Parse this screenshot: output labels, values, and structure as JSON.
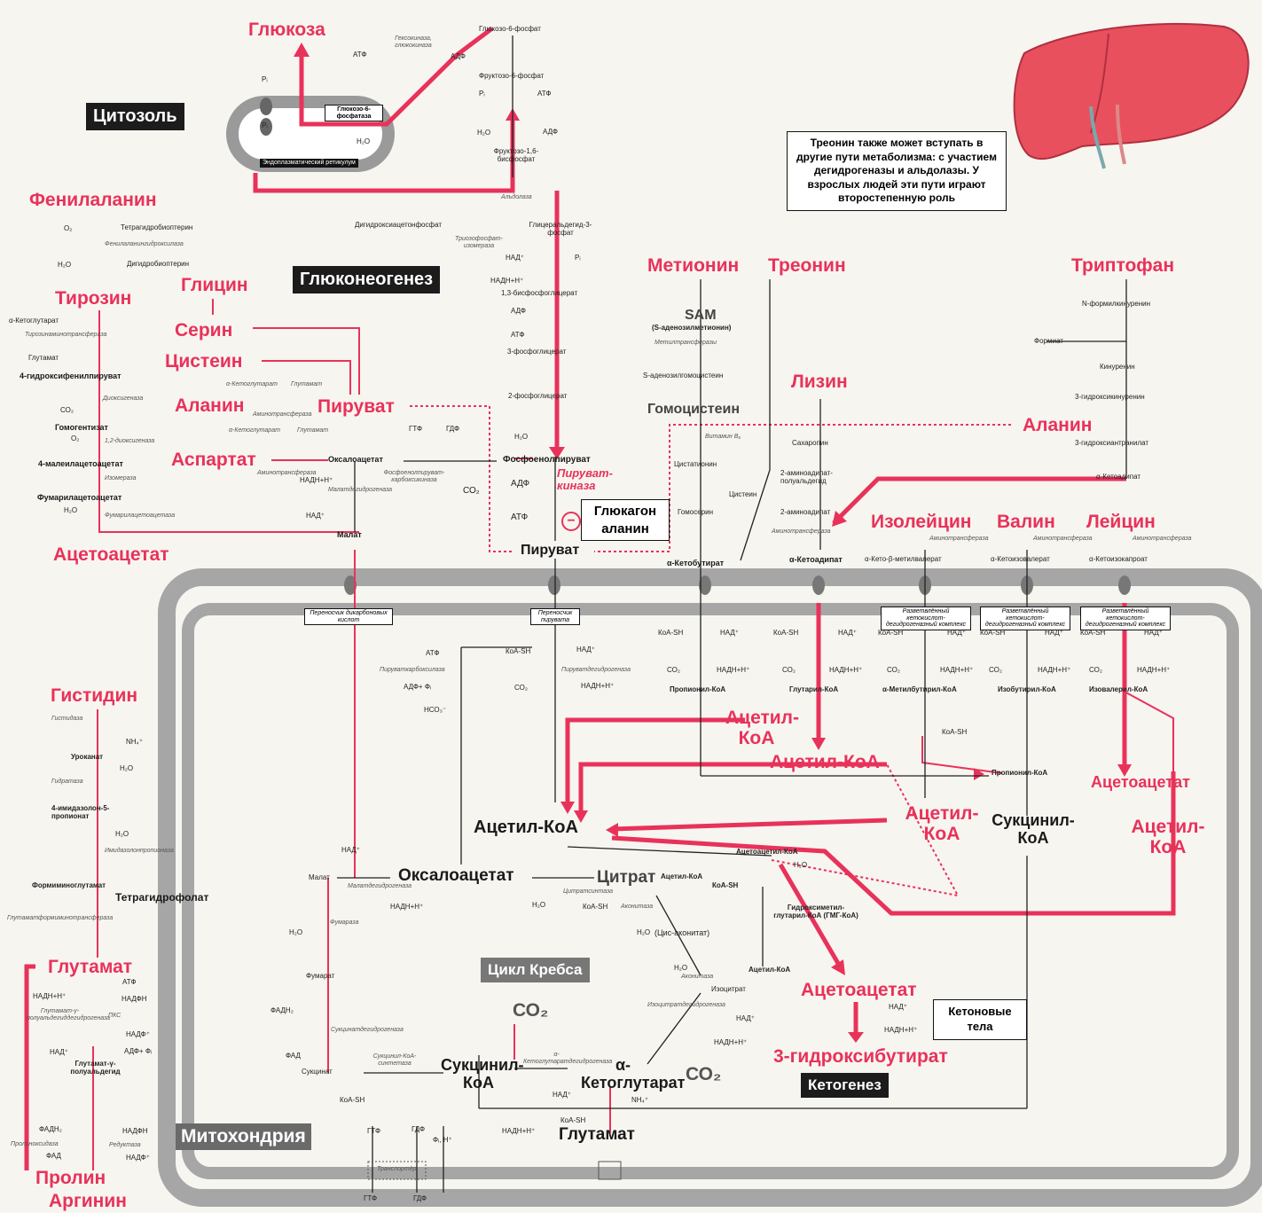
{
  "sections": {
    "cytosol": "Цитозоль",
    "gluconeogenesis": "Глюконеогенез",
    "mitochondria": "Митохондрия",
    "krebs": "Цикл Кребса",
    "ketogenesis": "Кетогенез",
    "er": "Эндоплазматический ретикулум",
    "ketone_bodies": "Кетоновые тела",
    "glucagon": "Глюкагон аланин",
    "minus": "−"
  },
  "note": "Треонин также может вступать в другие пути метаболизма: с участием дегидрогеназы и альдолазы. У взрослых людей эти пути играют второстепенную роль",
  "top": {
    "glucose": "Глюкоза",
    "g6p": "Глюкозо-6-фосфат",
    "hexokinase": "Гексокиназа, глюкокиназа",
    "atp": "АТФ",
    "adp": "АДФ",
    "g6pase": "Глюкозо-6-фосфатаза",
    "o2": "Рᵢ",
    "o2b": "Рᵢ",
    "h2o": "Н₂О",
    "f6p": "Фруктозо-6-фосфат",
    "pi1": "Рᵢ",
    "atp2": "АТФ",
    "h2o2": "Н₂О",
    "adp2": "АДФ",
    "f16bp": "Фруктозо-1,6-бисфосфат",
    "aldolase": "Альдолаза",
    "dhap": "Дигидроксиацетонфосфат",
    "tim": "Триозофосфат-изомераза",
    "gap": "Глицеральдегид-3-фосфат",
    "nad": "НАД⁺",
    "pi2": "Рᵢ",
    "nadh": "НАДН+Н⁺",
    "bpg": "1,3-бисфосфоглицерат",
    "adp3": "АДФ",
    "atp3": "АТФ",
    "pg3": "3-фосфоглицерат",
    "pg2": "2-фосфоглицерат",
    "h2o3": "Н₂О",
    "pep": "Фосфоенолпируват",
    "pk": "Пируват-киназа",
    "adp4": "АДФ",
    "atp4": "АТФ",
    "pyruvate": "Пируват"
  },
  "left": {
    "phe": "Фенилаланин",
    "o2": "О₂",
    "thbp": "Тетрагидробиоптерин",
    "phh": "Фенилаланингидроксилаза",
    "h2o": "Н₂О",
    "dhbp": "Дигидробиоптерин",
    "tyr": "Тирозин",
    "akg": "α-Кетоглутарат",
    "tat": "Тирозинаминотрансфераза",
    "glu": "Глутамат",
    "hppa": "4-гидроксифенилпируват",
    "diox": "Диоксигеназа",
    "co2": "СО₂",
    "hga": "Гомогентизат",
    "o2b": "О₂",
    "diox2": "1,2-диоксигеназа",
    "mal": "4-малеилацетоацетат",
    "isom": "Изомераза",
    "fum": "Фумарилацетоацетат",
    "h2o2": "Н₂О",
    "fah": "Фумарилацетоацетаза",
    "acac": "Ацетоацетат"
  },
  "mid": {
    "gly": "Глицин",
    "ser": "Серин",
    "cys": "Цистеин",
    "ala": "Аланин",
    "pyr": "Пируват",
    "asp": "Аспартат",
    "akg": "α-Кетоглутарат",
    "glu": "Глутамат",
    "alt": "Аминотрансфераза",
    "akg2": "α-Кетоглутарат",
    "glu2": "Глутамат",
    "oaa": "Оксалоацетат",
    "gtp": "ГТФ",
    "gdp": "ГДФ",
    "co2": "СО₂",
    "pepck": "Фосфоенолпируват-карбоксикиназа",
    "ast": "Аминотрансфераза",
    "nadh": "НАДН+Н⁺",
    "mdh": "Малатдегидрогеназа",
    "nad": "НАД⁺",
    "malate": "Малат",
    "dct": "Переносчик дикарбоновых кислот",
    "pyrt": "Переносчик пирувата"
  },
  "mito": {
    "atp": "АТФ",
    "pc": "Пируваткарбоксилаза",
    "adp": "АДФ+ Фᵢ",
    "hco3": "НСО₃⁻",
    "coash": "КоА-SH",
    "nad": "НАД⁺",
    "pdh": "Пируватдегидрогеназа",
    "co2": "СО₂",
    "nadh": "НАДН+Н⁺",
    "acoa": "Ацетил-КоА",
    "oaa": "Оксалоацетат",
    "cit": "Цитрат",
    "cs": "Цитратсинтаза",
    "h2o": "Н₂О",
    "coash2": "КоА-SH",
    "aco": "Аконитаза",
    "cisac": "(Цис-аконитат)",
    "h2o2": "Н₂О",
    "aco2": "Аконитаза",
    "iso": "Изоцитрат",
    "idh": "Изоцитратдегидрогеназа",
    "nad2": "НАД⁺",
    "nadh2": "НАДН+Н⁺",
    "co2a": "СО₂",
    "akg": "α-Кетоглутарат",
    "co2b": "СО₂",
    "akgdh": "α-Кетоглутаратдегидрогеназа",
    "succoa": "Сукцинил-КоА",
    "scs": "Сукцинил-КоА-синтетаза",
    "coash3": "КоА-SH",
    "succ": "Сукцинат",
    "sdh": "Сукцинатдегидрогеназа",
    "fad": "ФАД",
    "fadh": "ФАДН₂",
    "fum": "Фумарат",
    "fumase": "Фумараза",
    "h2o3": "Н₂О",
    "mal": "Малат",
    "mdh": "Малатдегидрогеназа",
    "nad3": "НАД⁺",
    "nadh3": "НАДН+Н⁺",
    "gtp": "ГТФ",
    "gdp": "ГДФ",
    "pi": "Фᵢ, Н⁺",
    "glu": "Глутамат",
    "coash4": "КоА-SH",
    "nad4": "НАД⁺",
    "nadh4": "НАДН+Н⁺",
    "nh4": "NH₄⁺",
    "gtp2": "ГТФ",
    "gdp2": "ГДФ",
    "transp": "Транспортёр"
  },
  "keto": {
    "acetoacetylcoa": "Ацетоацетил-КоА",
    "h2o": "Н₂О",
    "acoa": "Ацетил-КоА",
    "coash": "КоА-SH",
    "hmg": "Гидроксиметил-глутарил-КоА (ГМГ-КоА)",
    "acoa2": "Ацетил-КоА",
    "acac": "Ацетоацетат",
    "nad": "НАД⁺",
    "nadh": "НАДН+Н⁺",
    "bhb": "3-гидроксибутират"
  },
  "aa": {
    "met": "Метионин",
    "thr": "Треонин",
    "sam": "SAM",
    "sam2": "(S-аденозилметионин)",
    "mt": "Метилтрансферазы",
    "sah": "S-аденозилгомоцистеин",
    "hcy": "Гомоцистеин",
    "b6": "Витамин В₆",
    "cysth": "Цистатионин",
    "cys": "Цистеин",
    "hser": "Гомосерин",
    "akb": "α-Кетобутират",
    "lys": "Лизин",
    "sacch": "Сахаропин",
    "aaa": "2-аминоадипат-полуальдегид",
    "aad": "2-аминоадипат",
    "at": "Аминотрансфераза",
    "ka": "α-Кетоадипат",
    "trp": "Триптофан",
    "nfk": "N-формилкинуренин",
    "form": "Формиат",
    "kyn": "Кинуренин",
    "hk": "3-гидроксикинуренин",
    "ala": "Аланин",
    "haa": "3-гидроксиантранилат",
    "akad": "α-Кетоадипат",
    "ile": "Изолейцин",
    "val": "Валин",
    "leu": "Лейцин",
    "at1": "Аминотрансфераза",
    "at2": "Аминотрансфераза",
    "at3": "Аминотрансфераза",
    "kmv": "α-Кето-β-метилвалерат",
    "kiv": "α-Кетоизовалерат",
    "kic": "α-Кетоизокапроат",
    "bcd": "Разветвлённый кетокислот-дегидрогеназный комплекс",
    "coash": "КоА-SH",
    "nad": "НАД⁺",
    "co2": "СО₂",
    "nadh": "НАДН+Н⁺",
    "propcoa": "Пропионил-КоА",
    "glutcoa": "Глутарил-КоА",
    "mbcoa": "α-Метилбутирил-КоА",
    "ibcoa": "Изобутирил-КоА",
    "ivcoa": "Изовалерил-КоА",
    "acoa1": "Ацетил-КоА",
    "acoa2": "Ацетил-КоА",
    "propcoa2": "Пропионил-КоА",
    "acoa3": "Ацетил-КоА",
    "succcoa": "Сукцинил-КоА",
    "acac": "Ацетоацетат",
    "acoa4": "Ацетил-КоА",
    "coash5": "КоА-SH"
  },
  "lower": {
    "his": "Гистидин",
    "hase": "Гистидаза",
    "nh4": "NH₄⁺",
    "uro": "Уроканат",
    "h2o": "Н₂О",
    "hyd": "Гидратаза",
    "imp": "4-имидазолон-5-пропионат",
    "h2ob": "Н₂О",
    "imph": "Имидазолонпропионаза",
    "figlu": "Формиминоглутамат",
    "thf": "Тетрагидрофолат",
    "ft": "Глутаматформиминотрансфераза",
    "glu": "Глутамат",
    "atp": "АТФ",
    "nadh": "НАДН+Н⁺",
    "nadph": "НАДФН",
    "gk": "Глутамат-γ-полуальдегиддегидрогеназа",
    "pkc": "ПКС",
    "nadp": "НАДФ⁺",
    "nad": "НАД⁺",
    "adp": "АДФ+ Фᵢ",
    "gsa": "Глутамат-γ-полуальдегид",
    "fadh": "ФАДН₂",
    "nadph2": "НАДФН",
    "pod": "Пролиноксидаза",
    "red": "Редуктаза",
    "fad": "ФАД",
    "nadp2": "НАДФ⁺",
    "pro": "Пролин",
    "arg": "Аргинин"
  },
  "colors": {
    "pink": "#e8325a",
    "dark": "#1a1a1a",
    "membrane": "#a6a6a6",
    "background": "#f7f5f0",
    "liver": "#e8505e"
  },
  "icons": {
    "liver": "liver-icon"
  }
}
